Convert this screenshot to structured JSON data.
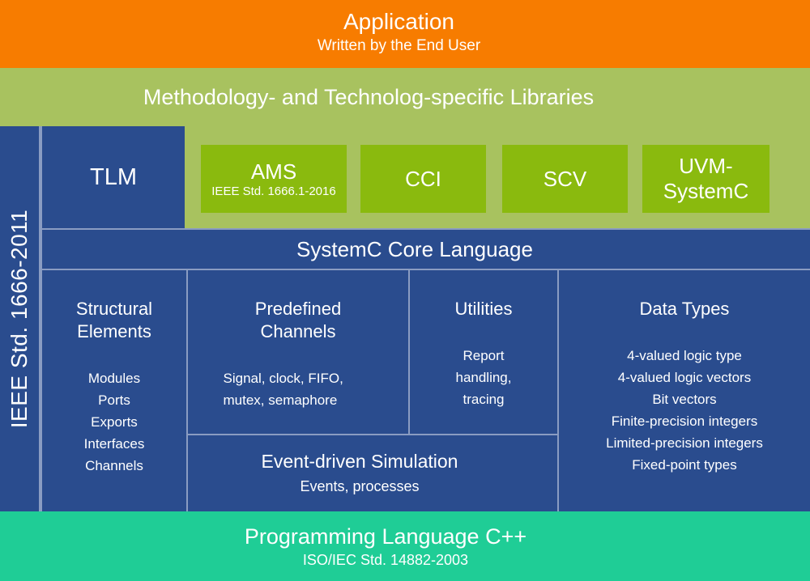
{
  "colors": {
    "orange": "#F77C00",
    "light_green": "#A8C25F",
    "bright_green": "#8ABA0E",
    "dark_blue": "#2A4C8E",
    "divider_blue": "#8A9CC2",
    "teal": "#1FCD96",
    "text": "#FFFFFF"
  },
  "application": {
    "title": "Application",
    "subtitle": "Written by the End User"
  },
  "libraries_band": {
    "title": "Methodology- and Technolog-specific Libraries",
    "boxes": [
      {
        "label": "AMS",
        "sublabel": "IEEE Std. 1666.1-2016"
      },
      {
        "label": "CCI"
      },
      {
        "label": "SCV"
      },
      {
        "label": "UVM-SystemC"
      }
    ]
  },
  "ieee_strip": {
    "label": "IEEE Std. 1666-2011"
  },
  "tlm": {
    "label": "TLM"
  },
  "core": {
    "label": "SystemC Core Language"
  },
  "sections": {
    "structural": {
      "title": "Structural Elements",
      "items": [
        "Modules",
        "Ports",
        "Exports",
        "Interfaces",
        "Channels"
      ]
    },
    "predefined": {
      "title": "Predefined Channels",
      "body": "Signal, clock, FIFO, mutex, semaphore"
    },
    "utilities": {
      "title": "Utilities",
      "body": "Report handling, tracing"
    },
    "datatypes": {
      "title": "Data Types",
      "items": [
        "4-valued logic type",
        "4-valued logic vectors",
        "Bit vectors",
        "Finite-precision integers",
        "Limited-precision integers",
        "Fixed-point types"
      ]
    },
    "event": {
      "title": "Event-driven Simulation",
      "subtitle": "Events, processes"
    }
  },
  "cpp_band": {
    "title": "Programming Language C++",
    "subtitle": "ISO/IEC Std. 14882-2003"
  }
}
